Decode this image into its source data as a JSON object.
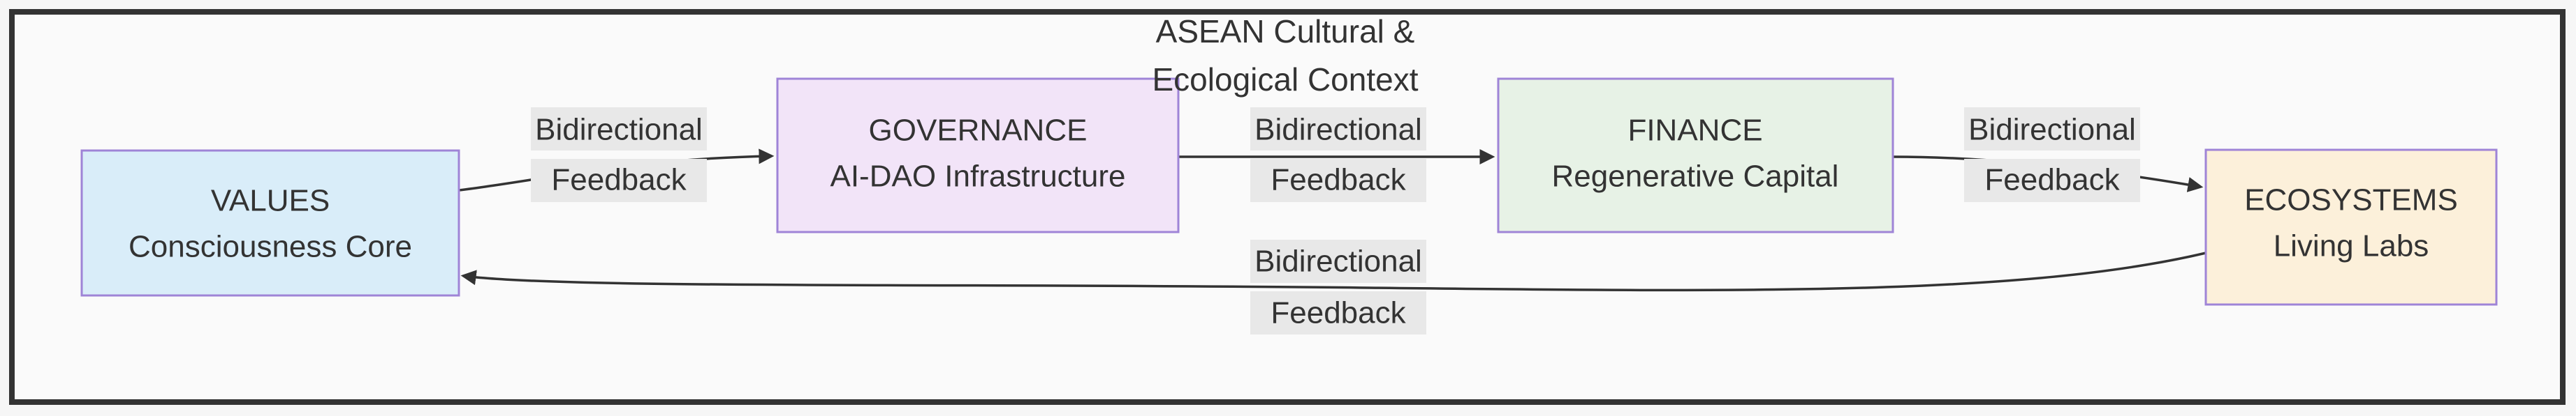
{
  "diagram": {
    "title": {
      "line1": "ASEAN Cultural &",
      "line2": "Ecological Context"
    },
    "colors": {
      "page_bg": "#f6f6f6",
      "canvas_bg": "#fafafa",
      "frame_stroke": "#333333",
      "node_stroke": "#9f84d7",
      "edge_stroke": "#333333",
      "text": "#333333",
      "edge_label_bg": "#e8e8e8"
    },
    "nodes": [
      {
        "id": "values",
        "title": "VALUES",
        "subtitle": "Consciousness Core",
        "fill": "#d9edf9"
      },
      {
        "id": "governance",
        "title": "GOVERNANCE",
        "subtitle": "AI-DAO Infrastructure",
        "fill": "#f2e4f8"
      },
      {
        "id": "finance",
        "title": "FINANCE",
        "subtitle": "Regenerative Capital",
        "fill": "#e7f2e6"
      },
      {
        "id": "ecosystems",
        "title": "ECOSYSTEMS",
        "subtitle": "Living Labs",
        "fill": "#fcf0da"
      }
    ],
    "edges": [
      {
        "from": "values",
        "to": "governance",
        "label_line1": "Bidirectional",
        "label_line2": "Feedback"
      },
      {
        "from": "governance",
        "to": "finance",
        "label_line1": "Bidirectional",
        "label_line2": "Feedback"
      },
      {
        "from": "finance",
        "to": "ecosystems",
        "label_line1": "Bidirectional",
        "label_line2": "Feedback"
      },
      {
        "from": "ecosystems",
        "to": "values",
        "label_line1": "Bidirectional",
        "label_line2": "Feedback"
      }
    ]
  }
}
